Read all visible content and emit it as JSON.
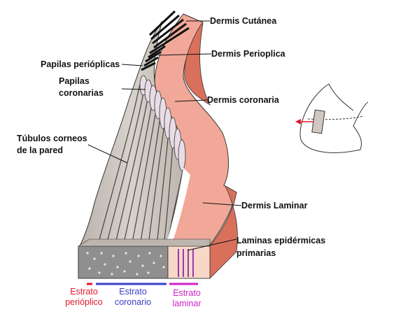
{
  "labels": {
    "dermis_cutanea": "Dermis Cutánea",
    "dermis_perioplica": "Dermis Perioplica",
    "papilas_perioplicas": "Papilas perióplicas",
    "papilas_coronarias_1": "Papilas",
    "papilas_coronarias_2": "coronarias",
    "dermis_coronaria": "Dermis coronaria",
    "tubulos_1": "Túbulos corneos",
    "tubulos_2": "de la pared",
    "dermis_laminar": "Dermis Laminar",
    "laminas_1": "Laminas epidérmicas",
    "laminas_2": "primarias"
  },
  "strata": {
    "perioplico_1": "Estrato",
    "perioplico_2": "perióplico",
    "coronario_1": "Estrato",
    "coronario_2": "coronario",
    "laminar_1": "Estrato",
    "laminar_2": "laminar"
  },
  "colors": {
    "dermis": "#f2a898",
    "dermis_dark": "#d9705c",
    "horn": "#c8c0b8",
    "perioplico": "#e01a2a",
    "coronario": "#3a3fc7",
    "laminar": "#d022c8"
  }
}
